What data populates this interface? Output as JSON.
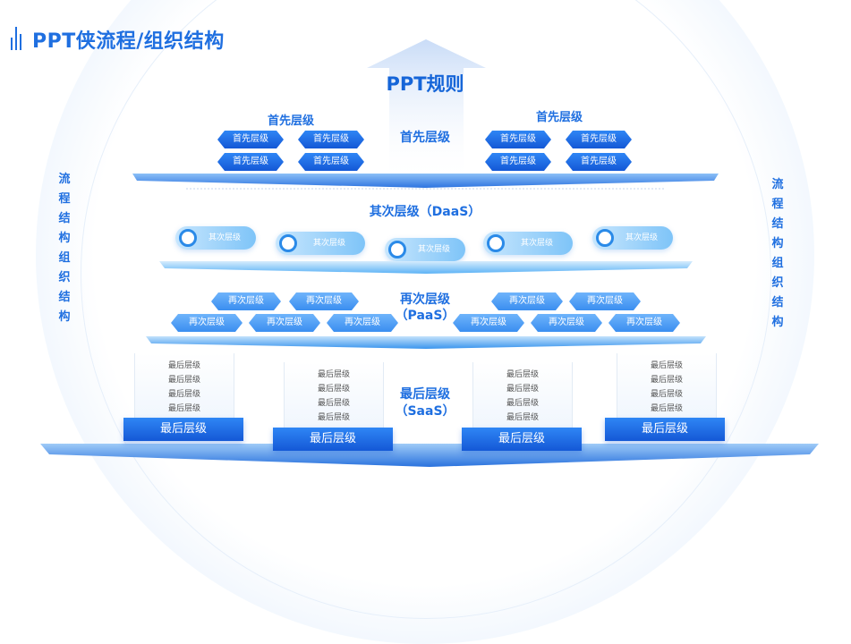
{
  "header": {
    "title": "PPT侠流程/组织结构"
  },
  "side": {
    "left": "流程结构组织结构",
    "right": "流程结构组织结构"
  },
  "top": {
    "rule": "PPT规则"
  },
  "level1": {
    "center": "首先层级",
    "left_title": "首先层级",
    "right_title": "首先层级",
    "items": [
      "首先层级",
      "首先层级",
      "首先层级",
      "首先层级",
      "首先层级",
      "首先层级",
      "首先层级",
      "首先层级"
    ]
  },
  "level2": {
    "center": "其次层级（DaaS）",
    "pills": [
      "其次层级",
      "其次层级",
      "其次层级",
      "其次层级",
      "其次层级"
    ]
  },
  "level3": {
    "center_line1": "再次层级",
    "center_line2": "（PaaS）",
    "items": [
      "再次层级",
      "再次层级",
      "再次层级",
      "再次层级",
      "再次层级",
      "再次层级",
      "再次层级",
      "再次层级",
      "再次层级",
      "再次层级"
    ]
  },
  "level4": {
    "center_line1": "最后层级",
    "center_line2": "（SaaS）",
    "columns": [
      {
        "items": [
          "最后层级",
          "最后层级",
          "最后层级",
          "最后层级"
        ],
        "badge": "最后层级"
      },
      {
        "items": [
          "最后层级",
          "最后层级",
          "最后层级",
          "最后层级"
        ],
        "badge": "最后层级"
      },
      {
        "items": [
          "最后层级",
          "最后层级",
          "最后层级",
          "最后层级"
        ],
        "badge": "最后层级"
      },
      {
        "items": [
          "最后层级",
          "最后层级",
          "最后层级",
          "最后层级"
        ],
        "badge": "最后层级"
      }
    ]
  },
  "colors": {
    "primary": "#1f6fe0",
    "dark": "#1458d6",
    "light": "#7ec4f8"
  }
}
